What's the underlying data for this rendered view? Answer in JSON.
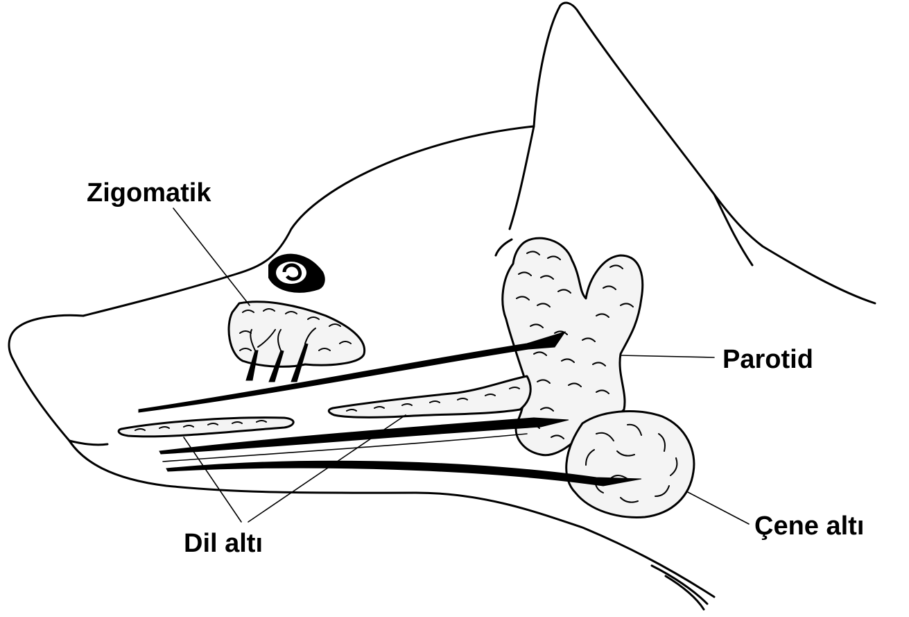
{
  "diagram": {
    "labels": {
      "zygomatic": "Zigomatik",
      "parotid": "Parotid",
      "sublingual": "Dil altı",
      "mandibular": "Çene altı"
    }
  }
}
